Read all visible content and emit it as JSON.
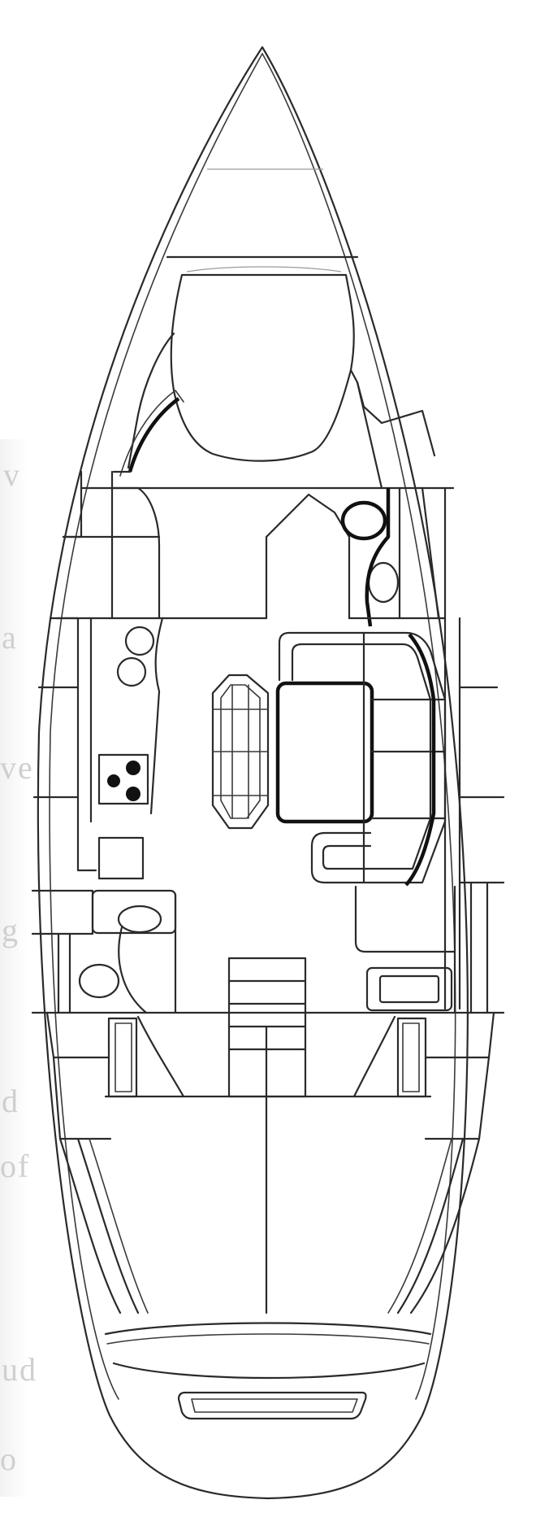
{
  "image": {
    "subject": "sailing yacht interior layout plan",
    "view": "top-down line drawing",
    "bleed_through_text": [
      "v",
      "a",
      "ve",
      "g",
      "d",
      "of",
      "ud",
      "o"
    ]
  },
  "colors": {
    "line": "#2a2a2a",
    "bold_line": "#111111",
    "background": "#ffffff"
  }
}
